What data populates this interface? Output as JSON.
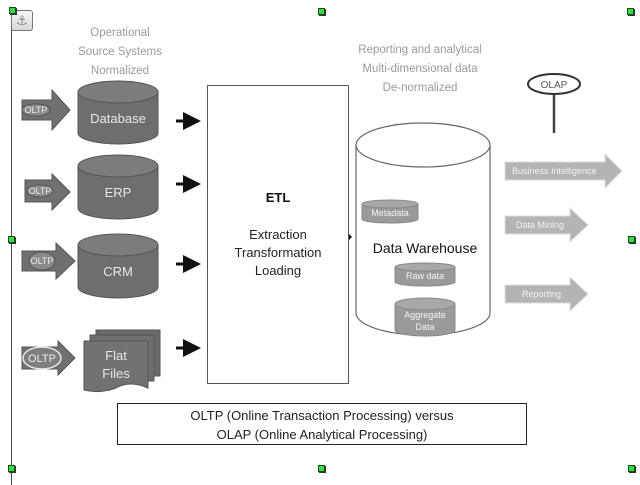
{
  "captions": {
    "source": [
      "Operational",
      "Source Systems",
      "Normalized"
    ],
    "warehouse": [
      "Reporting and analytical",
      "Multi-dimensional data",
      "De-normalized"
    ]
  },
  "sources": [
    {
      "name": "Database",
      "badge": "OLTP",
      "shape": "cylinder"
    },
    {
      "name": "ERP",
      "badge": "OLTP",
      "shape": "cylinder"
    },
    {
      "name": "CRM",
      "badge": "OLTP",
      "shape": "cylinder"
    },
    {
      "name": "Flat Files",
      "line1": "Flat",
      "line2": "Files",
      "badge": "OLTP",
      "shape": "documents"
    }
  ],
  "etl": {
    "title": "ETL",
    "lines": [
      "Extraction",
      "Transformation",
      "Loading"
    ]
  },
  "warehouse": {
    "title": "Data Warehouse",
    "components": {
      "metadata": "Metadata",
      "raw": "Raw data",
      "aggregate_line1": "Aggregate",
      "aggregate_line2": "Data"
    }
  },
  "olap_label": "OLAP",
  "outputs": [
    "Business Intelligence",
    "Data Mining",
    "Reporting"
  ],
  "footer": {
    "line1": "OLTP (Online Transaction Processing) versus",
    "line2": "OLAP (Online Analytical Processing)"
  },
  "colors": {
    "cylinder_fill": "#6e6e6e",
    "output_arrow_fill": "#b4b4b4",
    "caption_text": "#9a9a9a",
    "selection_handle": "#33dd44"
  }
}
